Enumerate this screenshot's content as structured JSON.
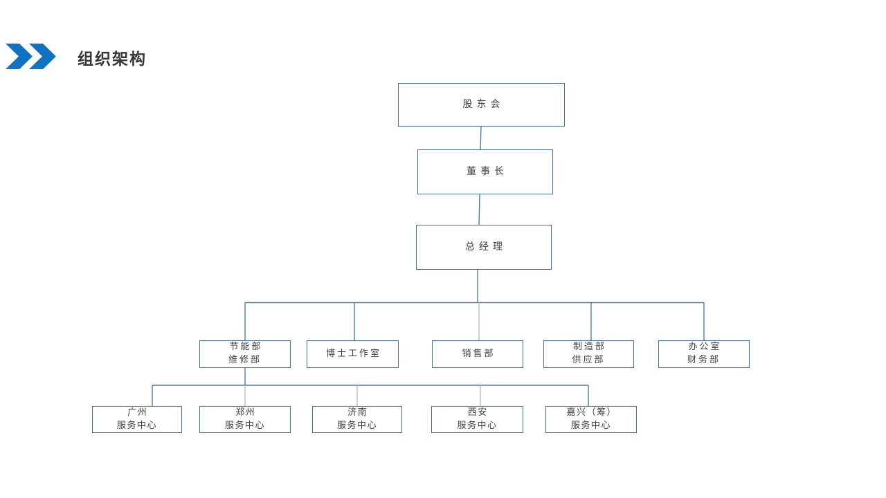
{
  "header": {
    "title": "组织架构"
  },
  "colors": {
    "box_border": "#41719c",
    "connector": "#4a7ab0",
    "connector_light": "#a3bedd",
    "chevron": "#1272c2",
    "title_color": "#363636",
    "node_text": "#3f3f3f"
  },
  "icons": {
    "double_chevron": "double-chevron-right"
  },
  "org_chart": {
    "root": {
      "label": "股东会"
    },
    "chairman": {
      "label": "董事长"
    },
    "general_manager": {
      "label": "总经理"
    },
    "departments": [
      {
        "label": "节能部\n维修部"
      },
      {
        "label": "博士工作室"
      },
      {
        "label": "销售部"
      },
      {
        "label": "制造部\n供应部"
      },
      {
        "label": "办公室\n财务部"
      }
    ],
    "service_centers": [
      {
        "label": "广州\n服务中心"
      },
      {
        "label": "郑州\n服务中心"
      },
      {
        "label": "济南\n服务中心"
      },
      {
        "label": "西安\n服务中心"
      },
      {
        "label": "嘉兴（筹）\n服务中心"
      }
    ]
  }
}
